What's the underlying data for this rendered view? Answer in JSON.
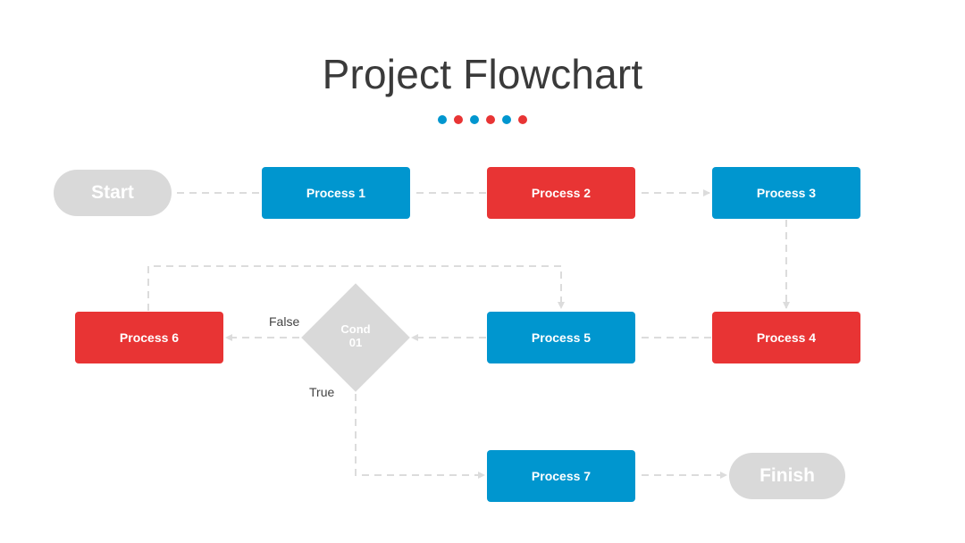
{
  "title": "Project Flowchart",
  "colors": {
    "blue": "#0096cf",
    "red": "#e83434",
    "gray": "#d9d9d9",
    "connector": "#dcdcdc"
  },
  "dots": [
    "#0096cf",
    "#e83434",
    "#0096cf",
    "#e83434",
    "#0096cf",
    "#e83434"
  ],
  "nodes": {
    "start": "Start",
    "process1": "Process 1",
    "process2": "Process 2",
    "process3": "Process 3",
    "process4": "Process 4",
    "process5": "Process 5",
    "process6": "Process 6",
    "process7": "Process 7",
    "finish": "Finish",
    "cond_line1": "Cond",
    "cond_line2": "01"
  },
  "branches": {
    "false": "False",
    "true": "True"
  }
}
